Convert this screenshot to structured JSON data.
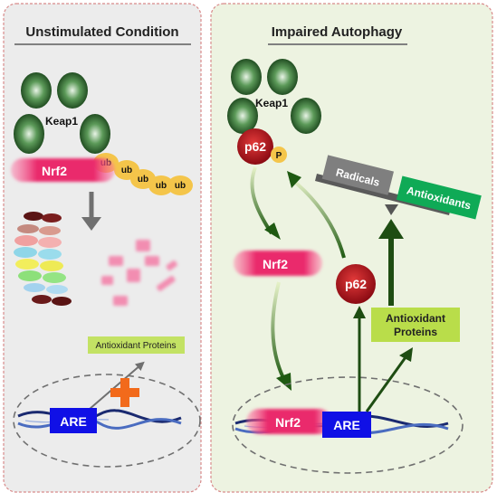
{
  "left_panel": {
    "title": "Unstimulated Condition",
    "keap1_label": "Keap1",
    "nrf2_label": "Nrf2",
    "ub_label": "ub",
    "antioxidant_label": "Antioxidant Proteins",
    "are_label": "ARE"
  },
  "right_panel": {
    "title": "Impaired Autophagy",
    "keap1_label": "Keap1",
    "p62_label": "p62",
    "p_label": "P",
    "nrf2_label": "Nrf2",
    "p62_free_label": "p62",
    "radicals_label": "Radicals",
    "antioxidants_label": "Antioxidants",
    "antioxidant_box_line1": "Antioxidant",
    "antioxidant_box_line2": "Proteins",
    "nrf2_nuclear_label": "Nrf2",
    "are_label": "ARE"
  },
  "colors": {
    "left_panel_bg": "#ececec",
    "right_panel_bg": "#edf3e1",
    "panel_border": "#d88a8a",
    "keap1": "#2f6b31",
    "nrf2": "#e8276a",
    "ub": "#f4c54a",
    "p62": "#b8121c",
    "are_box": "#1010e6",
    "radicals": "#7f7f7f",
    "antioxidants": "#0faa56",
    "antioxidant_proteins_box": "#b9dd4a",
    "green_arrow": "#1e5a12",
    "cross": "#f26a1b"
  }
}
